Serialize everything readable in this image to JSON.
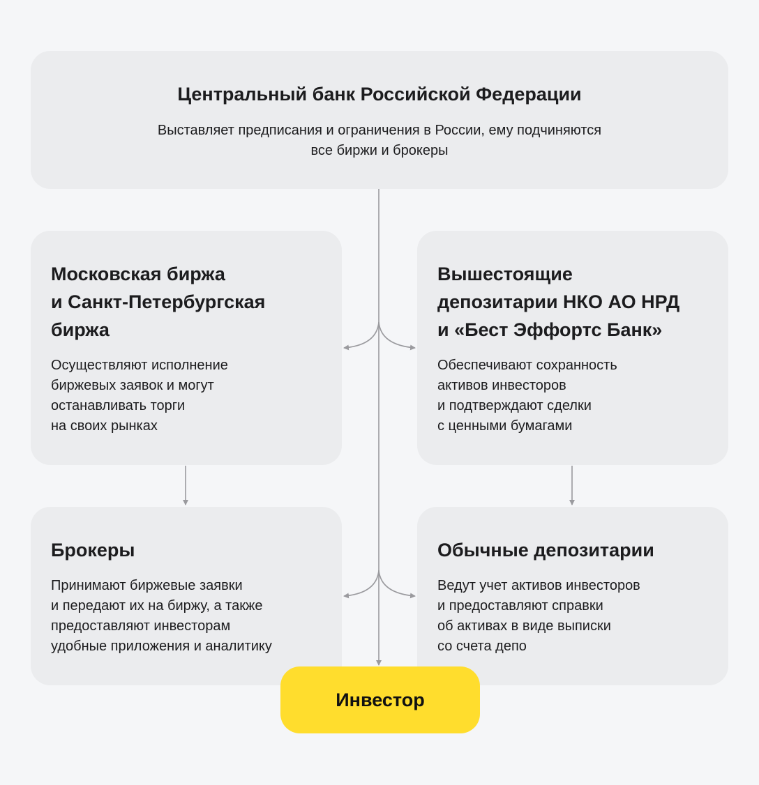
{
  "central_bank": {
    "title": "Центральный банк Российской Федерации",
    "description": [
      "Выставляет предписания и ограничения в России, ему подчиняются",
      "все биржи и брокеры"
    ]
  },
  "exchanges": {
    "title": [
      "Московская биржа",
      "и Санкт-Петербургская",
      "биржа"
    ],
    "description": [
      "Осуществляют исполнение",
      "биржевых заявок и могут",
      "останавливать торги",
      "на своих рынках"
    ]
  },
  "top_depositories": {
    "title": [
      "Вышестоящие",
      "депозитарии НКО АО НРД",
      "и «Бест Эффортс Банк»"
    ],
    "description": [
      "Обеспечивают сохранность",
      "активов инвесторов",
      "и подтверждают сделки",
      "с ценными бумагами"
    ]
  },
  "brokers": {
    "title": [
      "Брокеры"
    ],
    "description": [
      "Принимают биржевые заявки",
      "и передают их на биржу, а также",
      "предоставляют инвесторам",
      "удобные приложения и аналитику"
    ]
  },
  "depositories": {
    "title": [
      "Обычные депозитарии"
    ],
    "description": [
      "Ведут учет активов инвесторов",
      "и предоставляют справки",
      "об активах в виде выписки",
      "со счета депо"
    ]
  },
  "investor": {
    "title": "Инвестор"
  },
  "colors": {
    "background": "#f5f6f8",
    "box": "#ebecee",
    "accent": "#ffdd2d",
    "connector": "#9a9a9e"
  }
}
